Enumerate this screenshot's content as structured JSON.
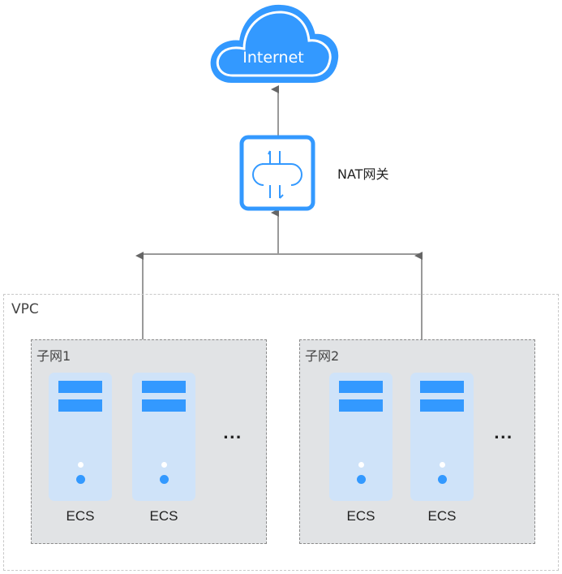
{
  "diagram": {
    "internet": {
      "label": "Internet",
      "icon": "cloud-icon"
    },
    "nat_gateway": {
      "label": "NAT网关",
      "icon": "nat-gateway-icon"
    },
    "vpc": {
      "label": "VPC",
      "subnets": [
        {
          "label": "子网1",
          "servers": [
            {
              "label": "ECS"
            },
            {
              "label": "ECS"
            }
          ],
          "more": "..."
        },
        {
          "label": "子网2",
          "servers": [
            {
              "label": "ECS"
            },
            {
              "label": "ECS"
            }
          ],
          "more": "..."
        }
      ]
    },
    "connections": [
      {
        "from": "子网1",
        "to": "NAT网关"
      },
      {
        "from": "子网2",
        "to": "NAT网关"
      },
      {
        "from": "NAT网关",
        "to": "Internet"
      }
    ],
    "colors": {
      "accent": "#3399ff",
      "server_bg": "#cfe3f9",
      "subnet_bg": "#e1e3e5",
      "line": "#999999"
    }
  }
}
